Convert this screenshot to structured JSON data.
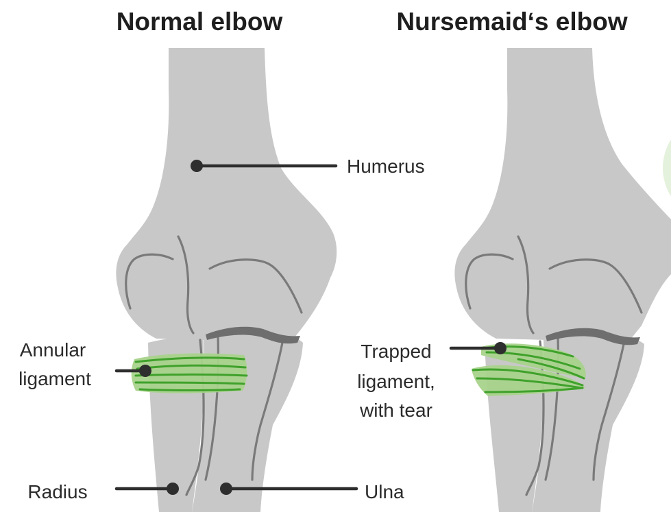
{
  "panels": {
    "left": {
      "title": "Normal elbow",
      "labels": {
        "humerus": "Humerus",
        "annular_line1": "Annular",
        "annular_line2": "ligament",
        "radius": "Radius",
        "ulna": "Ulna"
      }
    },
    "right": {
      "title": "Nursemaid‘s elbow",
      "labels": {
        "trapped_line1": "Trapped",
        "trapped_line2": "ligament,",
        "trapped_line3": "with tear"
      }
    }
  },
  "colors": {
    "bone": "#c8c8c8",
    "bone_outline": "#7a7a7a",
    "ligament_fill": "#a9d38c",
    "ligament_fiber": "#3fa12b",
    "leader": "#2e2e2e"
  }
}
